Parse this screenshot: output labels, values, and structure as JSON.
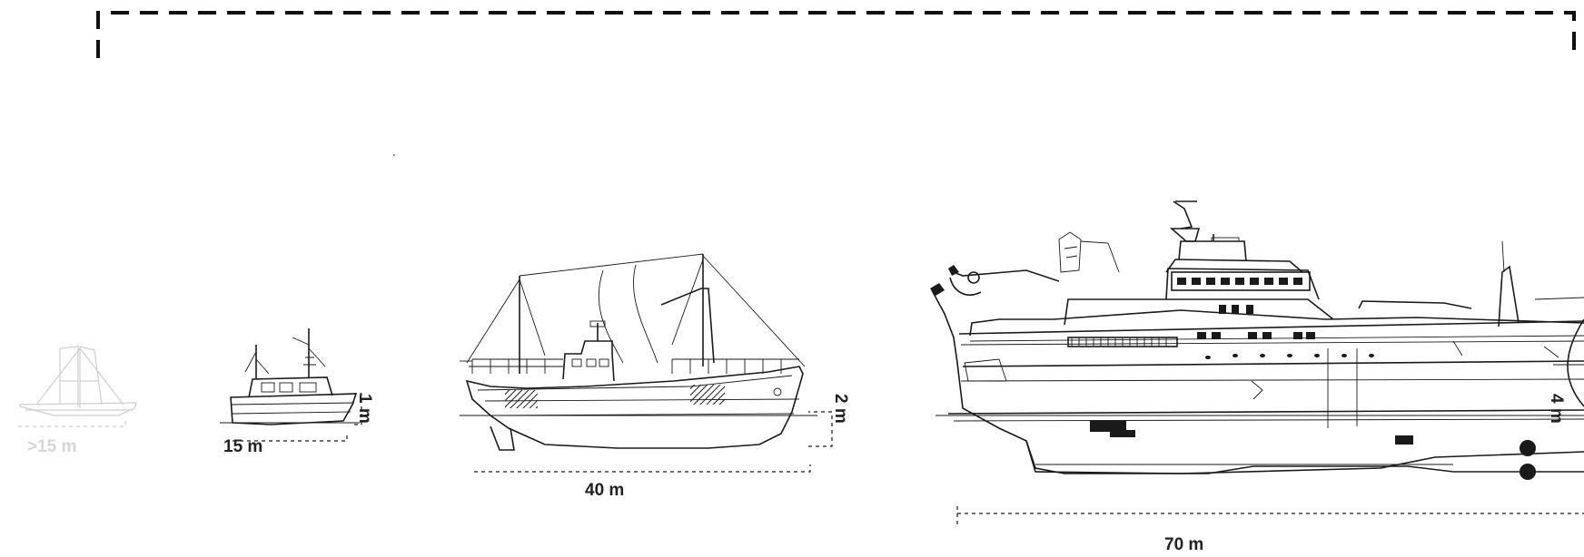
{
  "vessels": [
    {
      "length_label": ">15 m",
      "height_label": ""
    },
    {
      "length_label": "15 m",
      "height_label": "1 m"
    },
    {
      "length_label": "40 m",
      "height_label": "2 m"
    },
    {
      "length_label": "70 m",
      "height_label": "4 m"
    }
  ],
  "colors": {
    "ink": "#1a1a1a",
    "faded": "#d6d6d6",
    "background": "#ffffff"
  }
}
